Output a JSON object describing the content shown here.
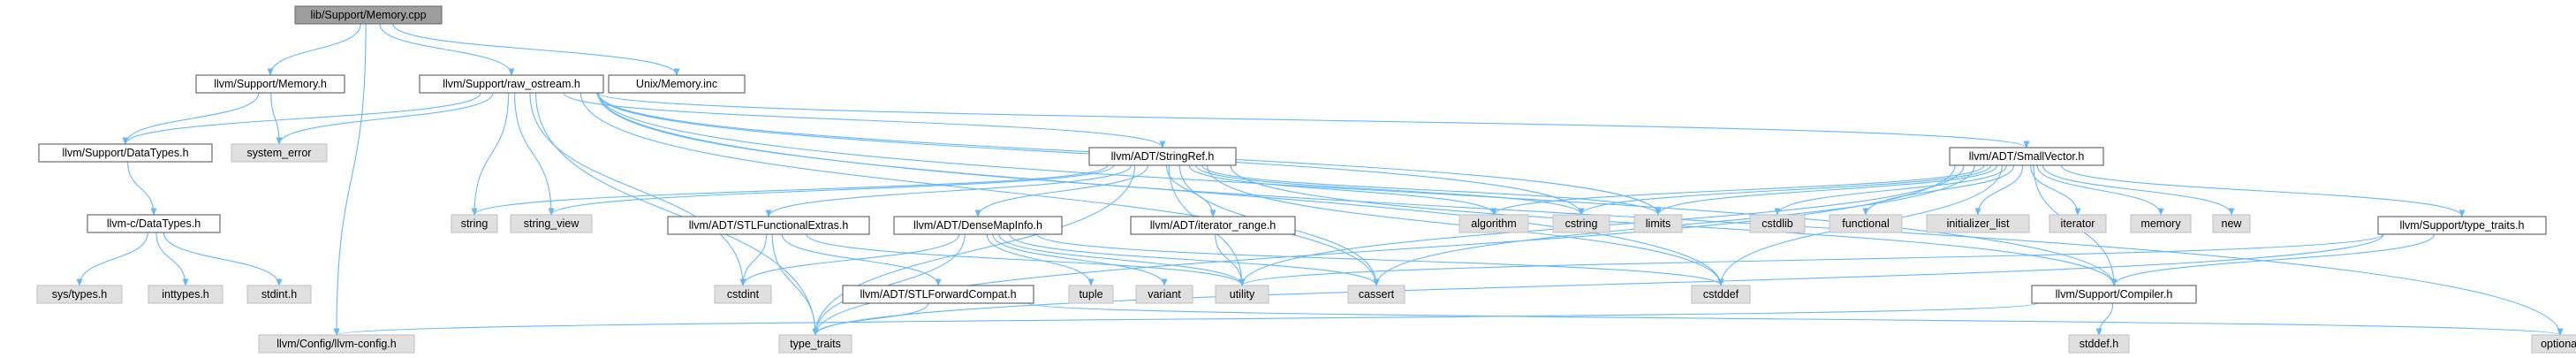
{
  "graph": {
    "root": "lib/Support/Memory.cpp",
    "colors": {
      "edge": "#63b8ff",
      "root_fill": "#9e9e9e",
      "local_fill": "#ffffff",
      "system_fill": "#e0e0e0"
    },
    "nodes": [
      {
        "id": "memory_cpp",
        "label": "lib/Support/Memory.cpp",
        "kind": "root"
      },
      {
        "id": "memory_h",
        "label": "llvm/Support/Memory.h",
        "kind": "local"
      },
      {
        "id": "raw_ostream_h",
        "label": "llvm/Support/raw_ostream.h",
        "kind": "local"
      },
      {
        "id": "unix_memory_inc",
        "label": "Unix/Memory.inc",
        "kind": "local"
      },
      {
        "id": "datatypes_h",
        "label": "llvm/Support/DataTypes.h",
        "kind": "local"
      },
      {
        "id": "system_error",
        "label": "system_error",
        "kind": "system"
      },
      {
        "id": "c_datatypes_h",
        "label": "llvm-c/DataTypes.h",
        "kind": "local"
      },
      {
        "id": "sys_types_h",
        "label": "sys/types.h",
        "kind": "system"
      },
      {
        "id": "inttypes_h",
        "label": "inttypes.h",
        "kind": "system"
      },
      {
        "id": "stdint_h",
        "label": "stdint.h",
        "kind": "system"
      },
      {
        "id": "llvm_config_h",
        "label": "llvm/Config/llvm-config.h",
        "kind": "system"
      },
      {
        "id": "string",
        "label": "string",
        "kind": "system"
      },
      {
        "id": "string_view",
        "label": "string_view",
        "kind": "system"
      },
      {
        "id": "stringref_h",
        "label": "llvm/ADT/StringRef.h",
        "kind": "local"
      },
      {
        "id": "stlfunctional_h",
        "label": "llvm/ADT/STLFunctionalExtras.h",
        "kind": "local"
      },
      {
        "id": "densemapinfo_h",
        "label": "llvm/ADT/DenseMapInfo.h",
        "kind": "local"
      },
      {
        "id": "iterator_range_h",
        "label": "llvm/ADT/iterator_range.h",
        "kind": "local"
      },
      {
        "id": "stlforward_h",
        "label": "llvm/ADT/STLForwardCompat.h",
        "kind": "local"
      },
      {
        "id": "cstdint",
        "label": "cstdint",
        "kind": "system"
      },
      {
        "id": "tuple",
        "label": "tuple",
        "kind": "system"
      },
      {
        "id": "variant",
        "label": "variant",
        "kind": "system"
      },
      {
        "id": "utility",
        "label": "utility",
        "kind": "system"
      },
      {
        "id": "cassert",
        "label": "cassert",
        "kind": "system"
      },
      {
        "id": "cstddef",
        "label": "cstddef",
        "kind": "system"
      },
      {
        "id": "type_traits",
        "label": "type_traits",
        "kind": "system"
      },
      {
        "id": "algorithm",
        "label": "algorithm",
        "kind": "system"
      },
      {
        "id": "cstring",
        "label": "cstring",
        "kind": "system"
      },
      {
        "id": "limits",
        "label": "limits",
        "kind": "system"
      },
      {
        "id": "smallvector_h",
        "label": "llvm/ADT/SmallVector.h",
        "kind": "local"
      },
      {
        "id": "cstdlib",
        "label": "cstdlib",
        "kind": "system"
      },
      {
        "id": "functional",
        "label": "functional",
        "kind": "system"
      },
      {
        "id": "initializer_list",
        "label": "initializer_list",
        "kind": "system"
      },
      {
        "id": "iterator",
        "label": "iterator",
        "kind": "system"
      },
      {
        "id": "memory",
        "label": "memory",
        "kind": "system"
      },
      {
        "id": "new",
        "label": "new",
        "kind": "system"
      },
      {
        "id": "type_traits_h",
        "label": "llvm/Support/type_traits.h",
        "kind": "local"
      },
      {
        "id": "compiler_h",
        "label": "llvm/Support/Compiler.h",
        "kind": "local"
      },
      {
        "id": "stddef_h",
        "label": "stddef.h",
        "kind": "system"
      },
      {
        "id": "optional",
        "label": "optional",
        "kind": "system"
      }
    ],
    "edges": [
      [
        "memory_cpp",
        "memory_h"
      ],
      [
        "memory_cpp",
        "raw_ostream_h"
      ],
      [
        "memory_cpp",
        "unix_memory_inc"
      ],
      [
        "memory_cpp",
        "llvm_config_h"
      ],
      [
        "memory_h",
        "datatypes_h"
      ],
      [
        "memory_h",
        "system_error"
      ],
      [
        "raw_ostream_h",
        "datatypes_h"
      ],
      [
        "raw_ostream_h",
        "system_error"
      ],
      [
        "raw_ostream_h",
        "string"
      ],
      [
        "raw_ostream_h",
        "string_view"
      ],
      [
        "raw_ostream_h",
        "stringref_h"
      ],
      [
        "raw_ostream_h",
        "smallvector_h"
      ],
      [
        "raw_ostream_h",
        "cstdint"
      ],
      [
        "raw_ostream_h",
        "cstddef"
      ],
      [
        "raw_ostream_h",
        "type_traits"
      ],
      [
        "raw_ostream_h",
        "cassert"
      ],
      [
        "raw_ostream_h",
        "cstring"
      ],
      [
        "raw_ostream_h",
        "limits"
      ],
      [
        "raw_ostream_h",
        "optional"
      ],
      [
        "raw_ostream_h",
        "compiler_h"
      ],
      [
        "datatypes_h",
        "c_datatypes_h"
      ],
      [
        "c_datatypes_h",
        "sys_types_h"
      ],
      [
        "c_datatypes_h",
        "inttypes_h"
      ],
      [
        "c_datatypes_h",
        "stdint_h"
      ],
      [
        "stringref_h",
        "string"
      ],
      [
        "stringref_h",
        "string_view"
      ],
      [
        "stringref_h",
        "stlfunctional_h"
      ],
      [
        "stringref_h",
        "densemapinfo_h"
      ],
      [
        "stringref_h",
        "iterator_range_h"
      ],
      [
        "stringref_h",
        "algorithm"
      ],
      [
        "stringref_h",
        "cstring"
      ],
      [
        "stringref_h",
        "limits"
      ],
      [
        "stringref_h",
        "utility"
      ],
      [
        "stringref_h",
        "cassert"
      ],
      [
        "stringref_h",
        "cstddef"
      ],
      [
        "stringref_h",
        "type_traits"
      ],
      [
        "stringref_h",
        "compiler_h"
      ],
      [
        "stlfunctional_h",
        "stlforward_h"
      ],
      [
        "stlfunctional_h",
        "cstdint"
      ],
      [
        "stlfunctional_h",
        "type_traits"
      ],
      [
        "stlfunctional_h",
        "utility"
      ],
      [
        "densemapinfo_h",
        "cassert"
      ],
      [
        "densemapinfo_h",
        "cstddef"
      ],
      [
        "densemapinfo_h",
        "cstdint"
      ],
      [
        "densemapinfo_h",
        "tuple"
      ],
      [
        "densemapinfo_h",
        "type_traits"
      ],
      [
        "densemapinfo_h",
        "utility"
      ],
      [
        "densemapinfo_h",
        "variant"
      ],
      [
        "iterator_range_h",
        "utility"
      ],
      [
        "stlforward_h",
        "optional"
      ],
      [
        "stlforward_h",
        "type_traits"
      ],
      [
        "smallvector_h",
        "compiler_h"
      ],
      [
        "smallvector_h",
        "type_traits_h"
      ],
      [
        "smallvector_h",
        "algorithm"
      ],
      [
        "smallvector_h",
        "cassert"
      ],
      [
        "smallvector_h",
        "cstddef"
      ],
      [
        "smallvector_h",
        "cstdlib"
      ],
      [
        "smallvector_h",
        "cstring"
      ],
      [
        "smallvector_h",
        "functional"
      ],
      [
        "smallvector_h",
        "initializer_list"
      ],
      [
        "smallvector_h",
        "iterator"
      ],
      [
        "smallvector_h",
        "limits"
      ],
      [
        "smallvector_h",
        "memory"
      ],
      [
        "smallvector_h",
        "new"
      ],
      [
        "smallvector_h",
        "type_traits"
      ],
      [
        "smallvector_h",
        "utility"
      ],
      [
        "type_traits_h",
        "compiler_h"
      ],
      [
        "type_traits_h",
        "type_traits"
      ],
      [
        "type_traits_h",
        "utility"
      ],
      [
        "compiler_h",
        "llvm_config_h"
      ],
      [
        "compiler_h",
        "stddef_h"
      ]
    ]
  }
}
